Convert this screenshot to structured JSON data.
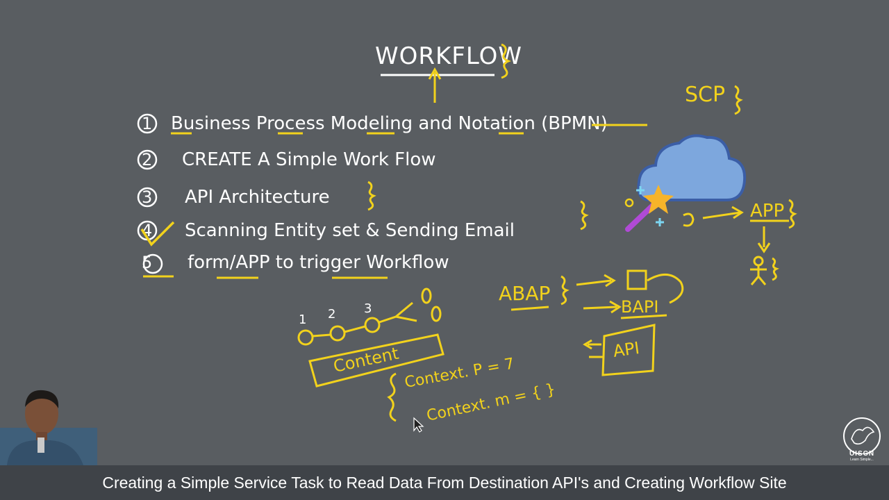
{
  "board": {
    "title": "WORKFLOW",
    "list": [
      {
        "num": "1",
        "text": "Business Process Modeling and Notation (BPMN)"
      },
      {
        "num": "2",
        "text": "CREATE A Simple Work Flow"
      },
      {
        "num": "3",
        "text": "API Architecture"
      },
      {
        "num": "4",
        "text": "Scanning Entity set & Sending Email"
      },
      {
        "num": "5",
        "text": "form/APP to trigger Workflow"
      }
    ],
    "scp_label": "SCP",
    "app_label": "APP",
    "abap_label": "ABAP",
    "bapi_label": "BAPI",
    "api_label": "API",
    "context_label": "Content",
    "context_p": "Context. P = 7",
    "context_m": "Context. m = { }",
    "step_numbers": [
      "1",
      "2",
      "3"
    ]
  },
  "logo": {
    "text": "UISCN",
    "tagline": "Learn Simple..."
  },
  "caption": "Creating a Simple Service Task to Read Data From Destination API's and Creating Workflow Site",
  "colors": {
    "board": "#595d61",
    "chalk_white": "#ffffff",
    "highlight_yellow": "#f2d21c",
    "cloud": "#7da7dd",
    "caption_bar": "#3f4348"
  }
}
